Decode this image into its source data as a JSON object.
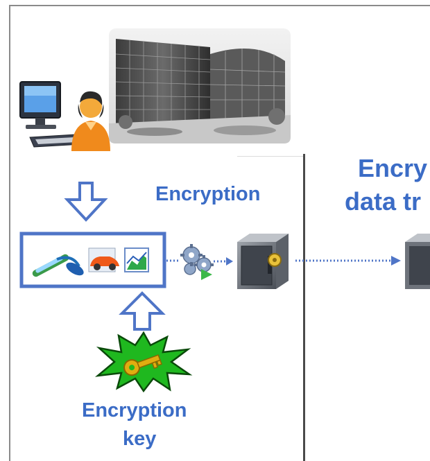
{
  "labels": {
    "encryption": "Encryption",
    "encrypted_transfer_line1": "Encry",
    "encrypted_transfer_line2": "data tr",
    "encryption_key_line1": "Encryption",
    "encryption_key_line2": "key"
  },
  "colors": {
    "label_blue": "#3b6cc6",
    "arrow_blue": "#4f75c7",
    "key_burst_green": "#1fb81f",
    "key_gold": "#d9a400",
    "divider": "#4a4a4a"
  },
  "icons": [
    "building-photo",
    "user-at-computer-icon",
    "down-arrow-icon",
    "data-files-icon",
    "gears-icon",
    "safe-icon",
    "up-arrow-icon",
    "key-burst-icon"
  ]
}
